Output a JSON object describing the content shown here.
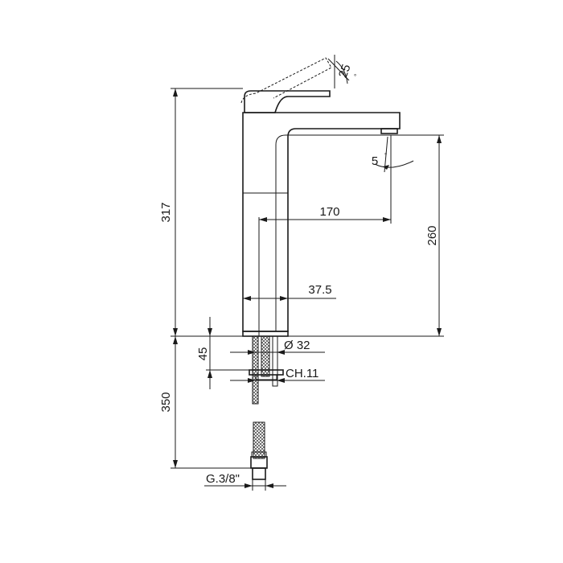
{
  "dimensions": {
    "total_height": "317",
    "spout_height": "260",
    "spout_reach": "170",
    "base_width": "37.5",
    "shank_diameter": "Ø 32",
    "nut_size": "CH.11",
    "shank_length": "45",
    "hose_length": "350",
    "thread": "G.3/8\"",
    "lever_angle": "25",
    "lever_angle_unit": "°",
    "spout_angle": "5",
    "spout_angle_unit": "°"
  }
}
